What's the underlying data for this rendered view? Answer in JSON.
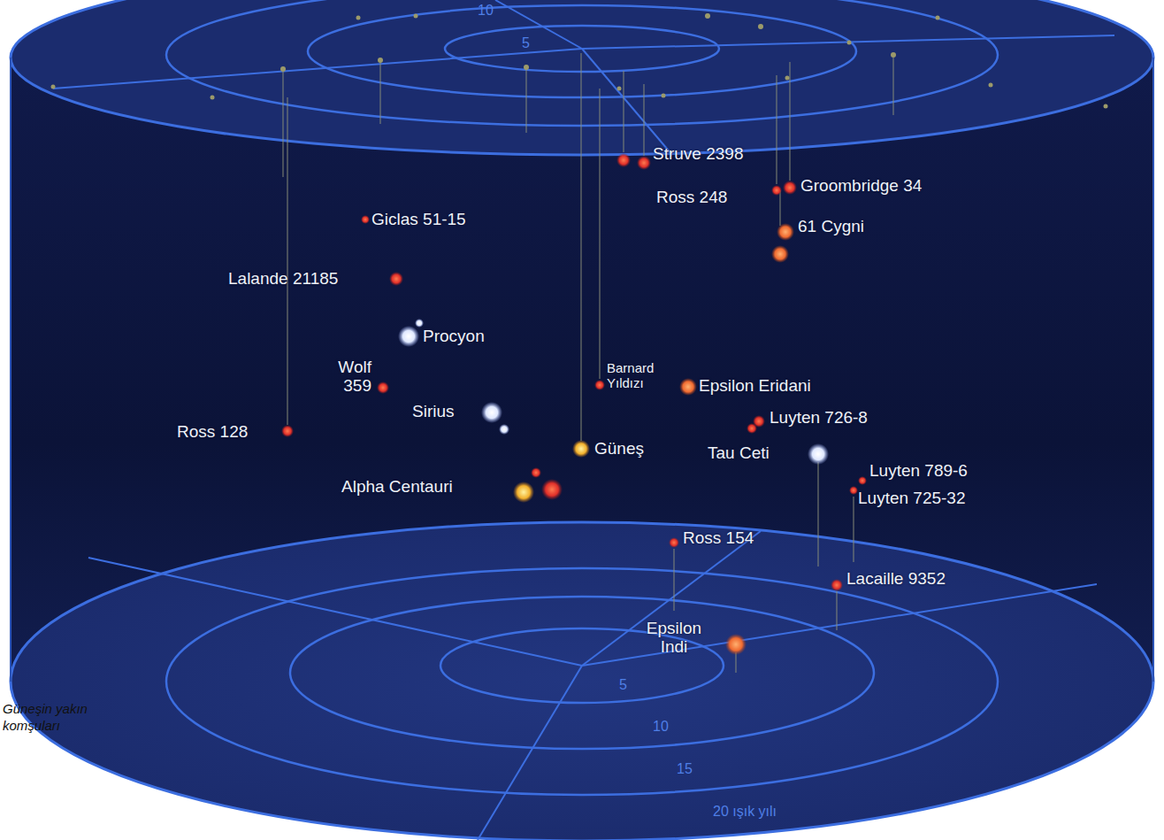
{
  "diagram": {
    "caption": "Güneşin yakın komşuları",
    "labels": [
      "10",
      "5",
      "Struve 2398",
      "Ross 248",
      "Groombridge 34",
      "Giclas 51-15",
      "61 Cygni",
      "Lalande 21185",
      "Procyon",
      "Wolf 359",
      "Barnard Yıldızı",
      "Epsilon Eridani",
      "Sirius",
      "Luyten 726-8",
      "Ross 128",
      "Güneş",
      "Tau Ceti",
      "Luyten 789-6",
      "Alpha Centauri",
      "Luyten 725-32",
      "Ross 154",
      "Lacaille 9352",
      "Epsilon Indi",
      "5",
      "10",
      "15",
      "20 ışık yılı"
    ]
  }
}
